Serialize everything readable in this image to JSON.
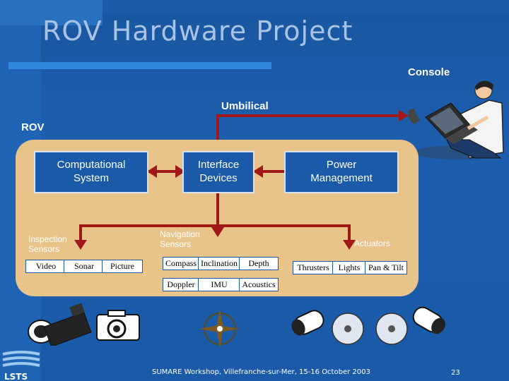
{
  "title": "ROV Hardware Project",
  "console_label": "Console",
  "umbilical_label": "Umbilical",
  "rov_label": "ROV",
  "boxes": {
    "computational": "Computational\nSystem",
    "interface": "Interface\nDevices",
    "power": "Power\nManagement"
  },
  "groups": {
    "inspection": "Inspection\nSensors",
    "navigation": "Navigation\nSensors",
    "actuators": "Actuators"
  },
  "inspection_items": [
    "Video",
    "Sonar",
    "Picture"
  ],
  "navigation_row1": [
    "Compass",
    "Inclination",
    "Depth"
  ],
  "navigation_row2": [
    "Doppler",
    "IMU",
    "Acoustics"
  ],
  "actuator_items": [
    "Thrusters",
    "Lights",
    "Pan & Tilt"
  ],
  "footer": "SUMARE Workshop, Villefranche-sur-Mer, 15-16 October 2003",
  "page_number": "23",
  "logo_text": "LSTS",
  "colors": {
    "background": "#1a5aa8",
    "panel": "#e8c48a",
    "connector": "#a01818",
    "title": "#a8c4e4"
  }
}
